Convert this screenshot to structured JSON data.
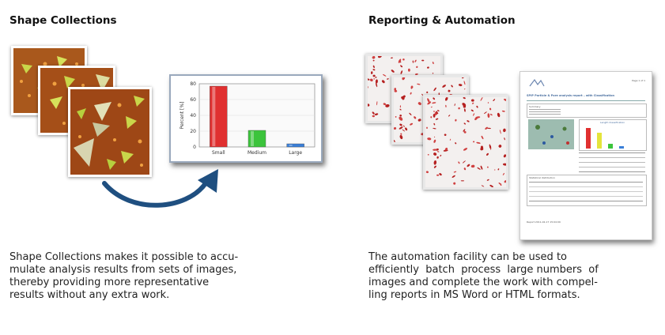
{
  "left": {
    "title": "Shape Collections",
    "description": "Shape Collections makes it possible to accu-\nmulate analysis results from sets of images,\nthereby providing more representative\nresults without any extra work.",
    "chart_data": {
      "type": "bar",
      "categories": [
        "Small",
        "Medium",
        "Large"
      ],
      "values": [
        77,
        21,
        4
      ],
      "colors": [
        "#e03030",
        "#3cc43c",
        "#3a7fd8"
      ],
      "ylabel": "Percent [%]",
      "ylim": [
        0,
        80
      ],
      "yticks": [
        "0",
        "20",
        "40",
        "60",
        "80"
      ],
      "grid": true
    }
  },
  "right": {
    "title": "Reporting & Automation",
    "description": "The automation facility can be used to\nefficiently  batch  process  large numbers  of\nimages and complete the work with compel-\nling reports in MS Word or HTML formats.",
    "report": {
      "header_right": "Page 1 of 1",
      "title": "SPIP Particle & Pore analysis report – with Classification",
      "section_summary": "Summary",
      "section_stats": "Statistical distribution",
      "chart_title": "Length Classification",
      "footer": "Report 2011-02-17 15:04:09"
    }
  },
  "colors": {
    "arrow": "#1f4f80",
    "chart_border": "#9aa9bd"
  }
}
